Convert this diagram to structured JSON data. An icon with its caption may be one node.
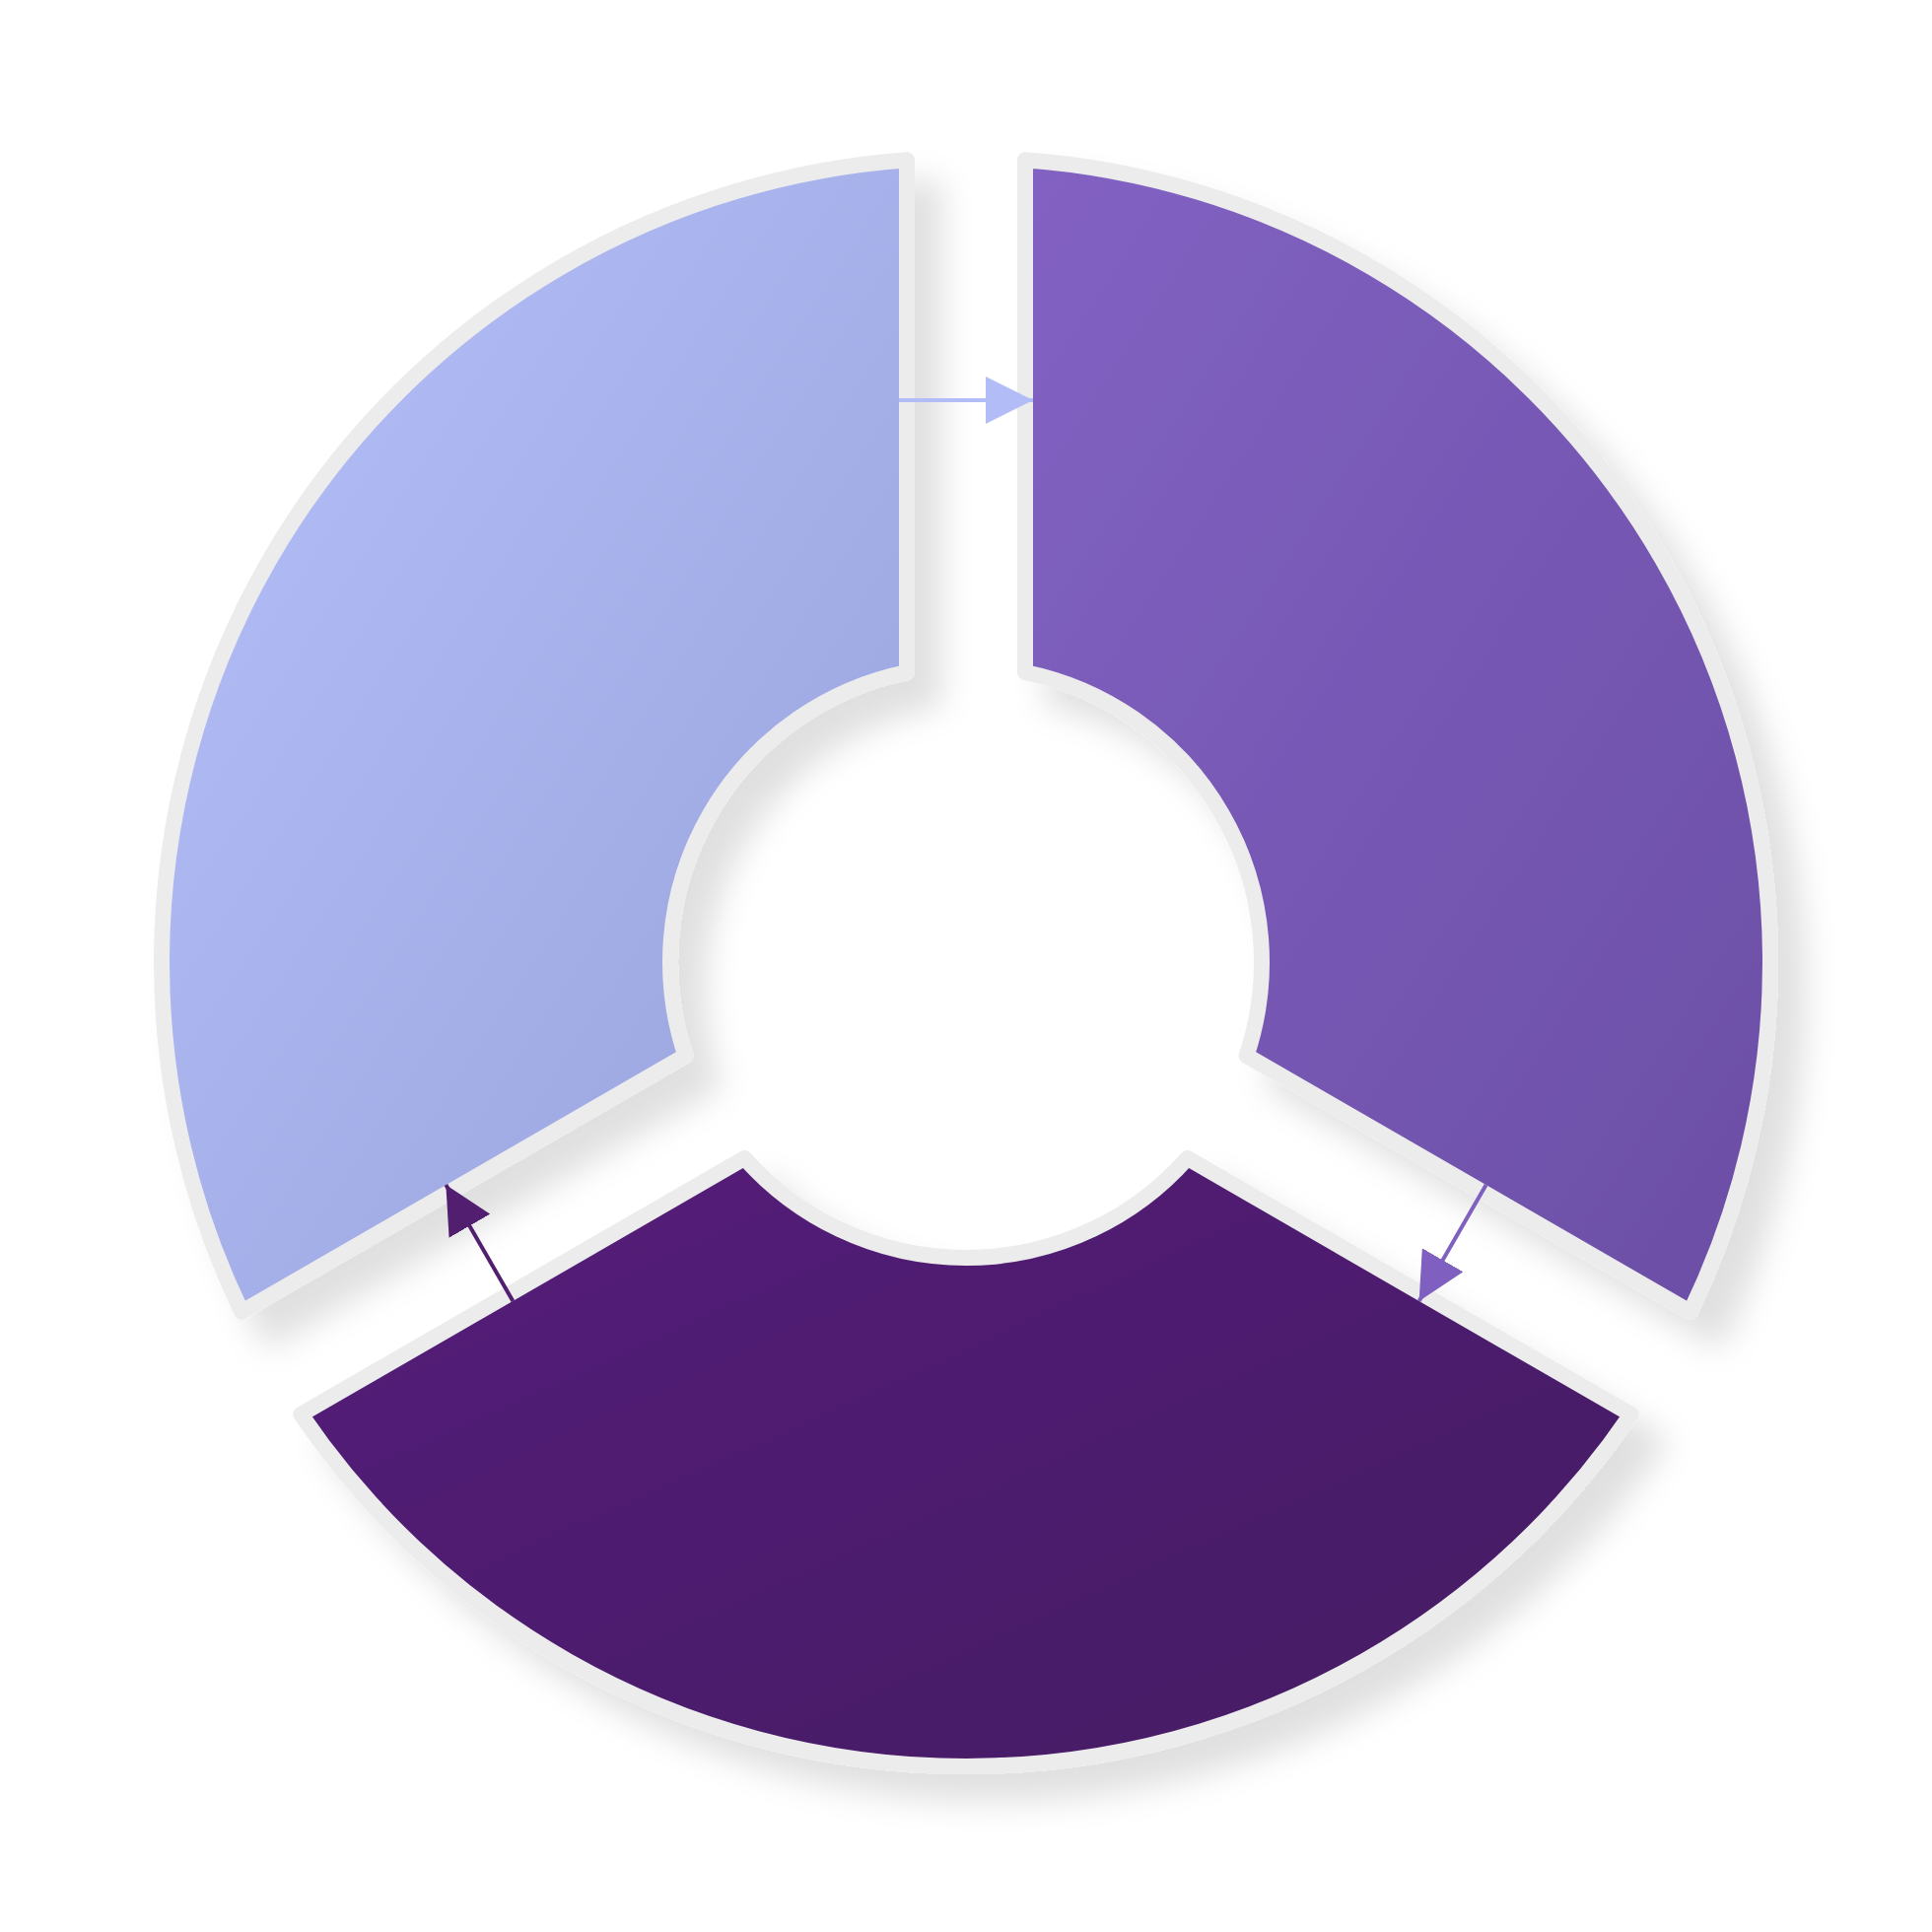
{
  "diagram": {
    "nodes": [
      {
        "text": [],
        "shape": "arc"
      },
      {
        "text": [],
        "shape": "arc"
      },
      {
        "text": [],
        "shape": "arc"
      }
    ],
    "edges": [
      {
        "from": 0,
        "to": 1,
        "arrow": "to",
        "color": "#b2bdf7"
      },
      {
        "from": 1,
        "to": 2,
        "arrow": "to",
        "color": "#7f5fc0"
      },
      {
        "from": 2,
        "to": 0,
        "arrow": "to",
        "color": "#521f70"
      }
    ]
  }
}
